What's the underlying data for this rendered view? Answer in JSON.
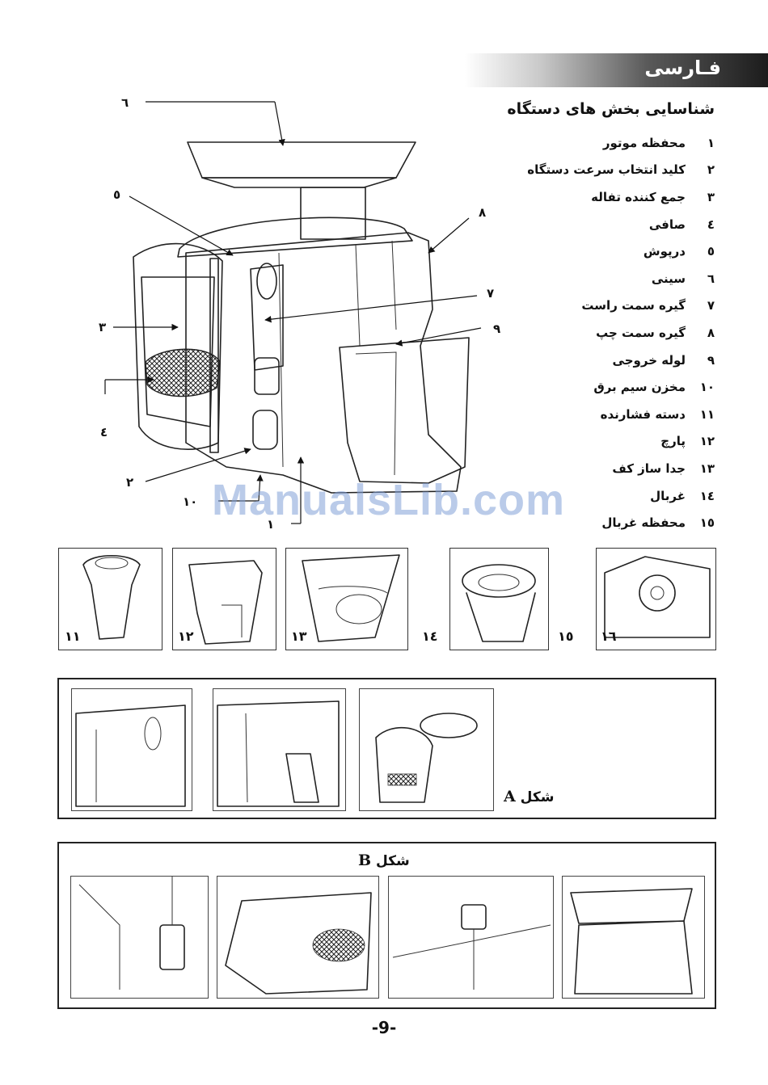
{
  "header": {
    "language_title": "فـارسی"
  },
  "parts_heading": "شناسایی بخش های دستگاه",
  "parts": [
    {
      "num": "۱",
      "name": "محفظه موتور"
    },
    {
      "num": "۲",
      "name": "کلید انتخاب سرعت دستگاه"
    },
    {
      "num": "۳",
      "name": "جمع کننده تفاله"
    },
    {
      "num": "٤",
      "name": "صافی"
    },
    {
      "num": "٥",
      "name": "درپوش"
    },
    {
      "num": "٦",
      "name": "سینی"
    },
    {
      "num": "۷",
      "name": "گیره سمت راست"
    },
    {
      "num": "۸",
      "name": "گیره سمت چپ"
    },
    {
      "num": "۹",
      "name": "لوله خروجی"
    },
    {
      "num": "۱۰",
      "name": "مخزن سیم برق"
    },
    {
      "num": "۱۱",
      "name": "دسته فشارنده"
    },
    {
      "num": "۱۲",
      "name": "پارچ"
    },
    {
      "num": "۱۳",
      "name": "جدا ساز کف"
    },
    {
      "num": "۱٤",
      "name": "غربال"
    },
    {
      "num": "۱٥",
      "name": "محفظه غربال"
    }
  ],
  "diagram_callouts": {
    "c1": "۱",
    "c2": "۲",
    "c3": "۳",
    "c4": "٤",
    "c5": "٥",
    "c6": "٦",
    "c7": "۷",
    "c8": "۸",
    "c9": "۹",
    "c10": "۱۰"
  },
  "thumbnails": [
    {
      "label": "۱۱"
    },
    {
      "label": "۱۲"
    },
    {
      "label": "۱۳"
    },
    {
      "label_a": "۱٤",
      "label_b": "۱٥"
    },
    {
      "label": "۱٦"
    }
  ],
  "figure_a": {
    "label_text": "شکل",
    "label_letter": "A"
  },
  "figure_b": {
    "label_text": "شکل",
    "label_letter": "B"
  },
  "watermark": "ManualsLib.com",
  "page_number": "-9-"
}
